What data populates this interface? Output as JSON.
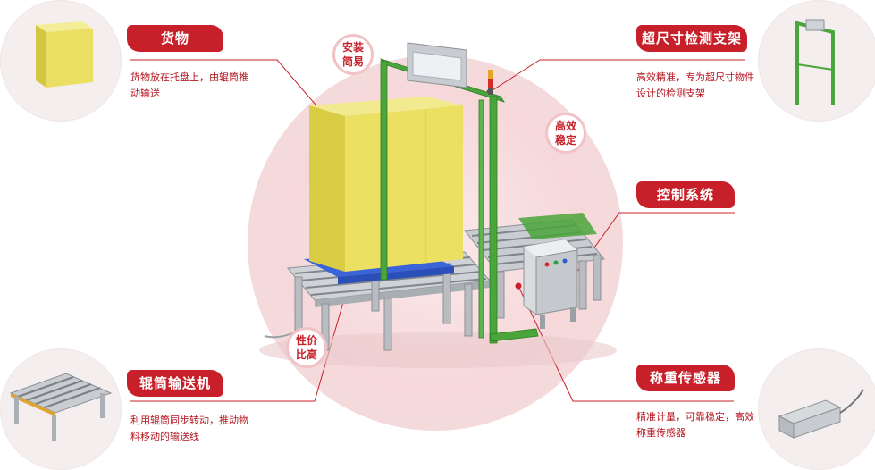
{
  "callouts": {
    "cargo": {
      "title": "货物",
      "desc": "货物放在托盘上，由辊筒推动输送"
    },
    "frame": {
      "title": "超尺寸检测支架",
      "desc": "高效精准，专为超尺寸物件设计的检测支架"
    },
    "control": {
      "title": "控制系统"
    },
    "roller": {
      "title": "辊筒输送机",
      "desc": "利用辊筒同步转动，推动物料移动的输送线"
    },
    "scale": {
      "title": "称重传感器",
      "desc": "精准计量，可靠稳定，高效称重传感器"
    }
  },
  "bubbles": {
    "install": "安装简易",
    "efficient": "高效稳定",
    "value": "性价比高"
  },
  "colors": {
    "accent": "#c8202a",
    "frame_green": "#4aa53a",
    "cargo_yellow": "#e8dc5a"
  }
}
